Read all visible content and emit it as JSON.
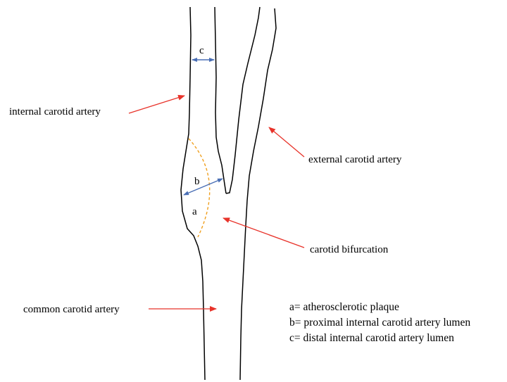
{
  "labels": {
    "internal": "internal carotid artery",
    "external": "external carotid artery",
    "bifurcation": "carotid bifurcation",
    "common": "common carotid artery"
  },
  "letters": {
    "a": "a",
    "b": "b",
    "c": "c"
  },
  "legend": {
    "a": "a= atherosclerotic plaque",
    "b": "b= proximal internal carotid artery lumen",
    "c": "c= distal internal carotid artery lumen"
  },
  "colors": {
    "vessel": "#000000",
    "pointer_arrow": "#e8332a",
    "measure_arrow": "#4a6fb5",
    "plaque_outline": "#f0a020"
  }
}
